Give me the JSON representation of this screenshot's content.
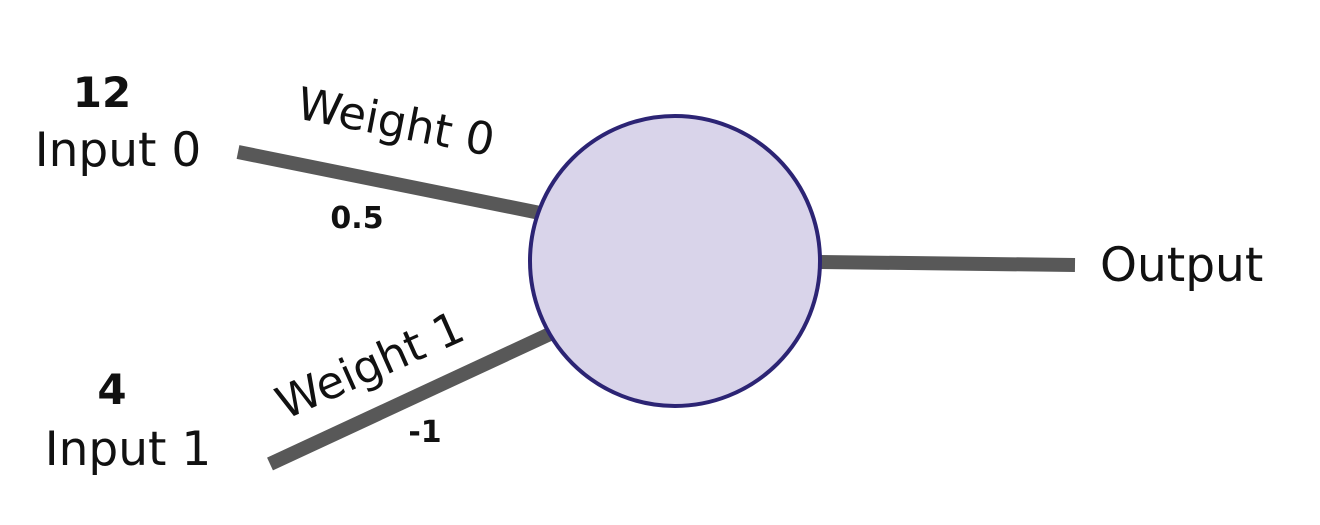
{
  "inputs": [
    {
      "value": "12",
      "label": "Input 0"
    },
    {
      "value": "4",
      "label": "Input 1"
    }
  ],
  "weights": [
    {
      "label": "Weight 0",
      "value": "0.5"
    },
    {
      "label": "Weight 1",
      "value": "-1"
    }
  ],
  "output": {
    "label": "Output"
  },
  "colors": {
    "neuron_fill": "#d9d4ea",
    "neuron_stroke": "#2c2474",
    "edge": "#585858",
    "text": "#111111"
  }
}
